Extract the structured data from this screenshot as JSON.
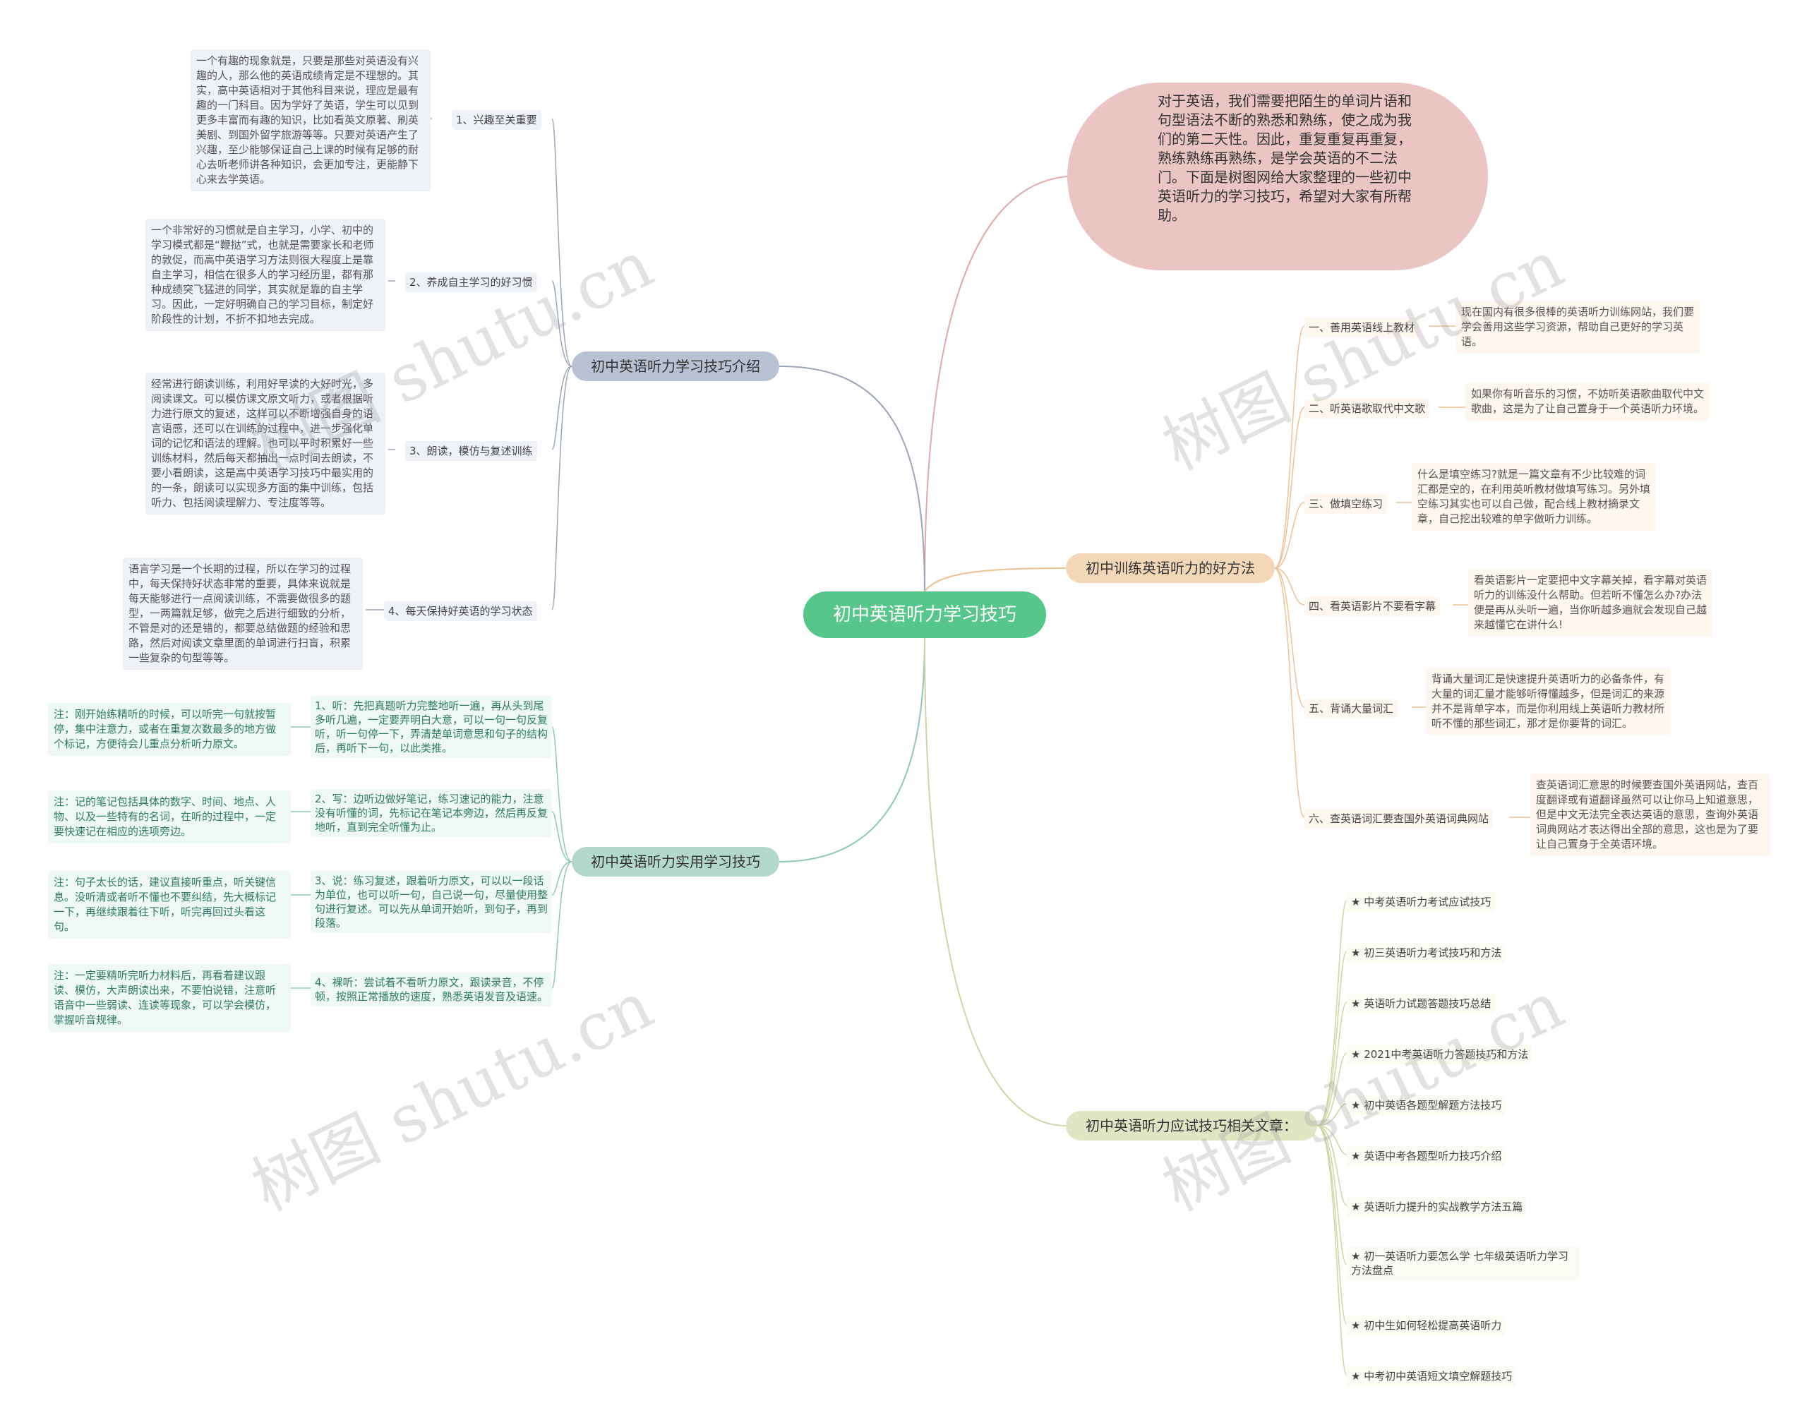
{
  "root": {
    "title": "初中英语听力学习技巧"
  },
  "intro": {
    "text": "对于英语，我们需要把陌生的单词片语和句型语法不断的熟悉和熟练，使之成为我们的第二天性。因此，重复重复再重复，熟练熟练再熟练，是学会英语的不二法门。下面是树图网给大家整理的一些初中英语听力的学习技巧，希望对大家有所帮助。"
  },
  "branch_intro_skills": {
    "title": "初中英语听力学习技巧介绍",
    "items": [
      {
        "label": "1、兴趣至关重要",
        "desc": "一个有趣的现象就是，只要是那些对英语没有兴趣的人，那么他的英语成绩肯定是不理想的。其实，高中英语相对于其他科目来说，理应是最有趣的一门科目。因为学好了英语，学生可以见到更多丰富而有趣的知识，比如看英文原著、刷英美剧、到国外留学旅游等等。只要对英语产生了兴趣，至少能够保证自己上课的时候有足够的耐心去听老师讲各种知识，会更加专注，更能静下心来去学英语。"
      },
      {
        "label": "2、养成自主学习的好习惯",
        "desc": "一个非常好的习惯就是自主学习，小学、初中的学习模式都是“鞭挞”式，也就是需要家长和老师的敦促，而高中英语学习方法则很大程度上是靠自主学习，相信在很多人的学习经历里，都有那种成绩突飞猛进的同学，其实就是靠的自主学习。因此，一定好明确自己的学习目标，制定好阶段性的计划，不折不扣地去完成。"
      },
      {
        "label": "3、朗读，模仿与复述训练",
        "desc": "经常进行朗读训练，利用好早读的大好时光，多阅读课文。可以模仿课文原文听力，或者根据听力进行原文的复述，这样可以不断增强自身的语言语感，还可以在训练的过程中，进一步强化单词的记忆和语法的理解。也可以平时积累好一些训练材料，然后每天都抽出一点时间去朗读，不要小看朗读，这是高中英语学习技巧中最实用的的一条，朗读可以实现多方面的集中训练，包括听力、包括阅读理解力、专注度等等。"
      },
      {
        "label": "4、每天保持好英语的学习状态",
        "desc": "语言学习是一个长期的过程，所以在学习的过程中，每天保持好状态非常的重要，具体来说就是每天能够进行一点阅读训练，不需要做很多的题型，一两篇就足够，做完之后进行细致的分析，不管是对的还是错的，都要总结做题的经验和思路，然后对阅读文章里面的单词进行扫盲，积累一些复杂的句型等等。"
      }
    ]
  },
  "branch_practical": {
    "title": "初中英语听力实用学习技巧",
    "items": [
      {
        "label": "1、听：先把真题听力完整地听一遍，再从头到尾多听几遍，一定要弄明白大意，可以一句一句反复听，听一句停一下，弄清楚单词意思和句子的结构后，再听下一句，以此类推。",
        "note": "注：刚开始练精听的时候，可以听完一句就按暂停，集中注意力，或者在重复次数最多的地方做个标记，方便待会儿重点分析听力原文。"
      },
      {
        "label": "2、写：边听边做好笔记，练习速记的能力，注意没有听懂的词，先标记在笔记本旁边，然后再反复地听，直到完全听懂为止。",
        "note": "注：记的笔记包括具体的数字、时间、地点、人物、以及一些特有的名词，在听的过程中，一定要快速记在相应的选项旁边。"
      },
      {
        "label": "3、说：练习复述，跟着听力原文，可以以一段话为单位，也可以听一句，自己说一句，尽量使用整句进行复述。可以先从单词开始听，到句子，再到段落。",
        "note": "注：句子太长的话，建议直接听重点，听关键信息。没听清或者听不懂也不要纠结，先大概标记一下，再继续跟着往下听，听完再回过头看这句。"
      },
      {
        "label": "4、裸听：尝试着不看听力原文，跟读录音，不停顿，按照正常播放的速度，熟悉英语发音及语速。",
        "note": "注：一定要精听完听力材料后，再看着建议跟读、模仿，大声朗读出来，不要怕说错，注意听语音中一些弱读、连读等现象，可以学会模仿，掌握听音规律。"
      }
    ]
  },
  "branch_methods": {
    "title": "初中训练英语听力的好方法",
    "items": [
      {
        "label": "一、善用英语线上教材",
        "desc": "现在国内有很多很棒的英语听力训练网站，我们要学会善用这些学习资源，帮助自己更好的学习英语。"
      },
      {
        "label": "二、听英语歌取代中文歌",
        "desc": "如果你有听音乐的习惯，不妨听英语歌曲取代中文歌曲，这是为了让自己置身于一个英语听力环境。"
      },
      {
        "label": "三、做填空练习",
        "desc": "什么是填空练习?就是一篇文章有不少比较难的词汇都是空的，在利用英听教材做填写练习。另外填空练习其实也可以自己做，配合线上教材摘录文章，自己挖出较难的单字做听力训练。"
      },
      {
        "label": "四、看英语影片不要看字幕",
        "desc": "看英语影片一定要把中文字幕关掉，看字幕对英语听力的训练没什么帮助。但若听不懂怎么办?办法便是再从头听一遍，当你听越多遍就会发现自己越来越懂它在讲什么!"
      },
      {
        "label": "五、背诵大量词汇",
        "desc": "背诵大量词汇是快速提升英语听力的必备条件，有大量的词汇量才能够听得懂越多，但是词汇的来源并不是背单字本，而是你利用线上英语听力教材所听不懂的那些词汇，那才是你要背的词汇。"
      },
      {
        "label": "六、查英语词汇要查国外英语词典网站",
        "desc": "查英语词汇意思的时候要查国外英语网站，查百度翻译或有道翻译虽然可以让你马上知道意思，但是中文无法完全表达英语的意思，查询外英语词典网站才表达得出全部的意思，这也是为了要让自己置身于全英语环境。"
      }
    ]
  },
  "branch_related": {
    "title": "初中英语听力应试技巧相关文章：",
    "items": [
      "★ 中考英语听力考试应试技巧",
      "★ 初三英语听力考试技巧和方法",
      "★ 英语听力试题答题技巧总结",
      "★ 2021中考英语听力答题技巧和方法",
      "★ 初中英语各题型解题方法技巧",
      "★ 英语中考各题型听力技巧介绍",
      "★ 英语听力提升的实战教学方法五篇",
      "★ 初一英语听力要怎么学 七年级英语听力学习方法盘点",
      "★ 初中生如何轻松提高英语听力",
      "★ 中考初中英语短文填空解题技巧"
    ]
  },
  "watermarks": [
    "树图 shutu.cn",
    "树图 shutu.cn",
    "树图 shutu.cn",
    "树图 shutu.cn"
  ],
  "colors": {
    "root": "#56c68a",
    "intro": "#ebc4c4",
    "branch_intro_skills": "#b9c2d2",
    "branch_practical": "#b3d9cf",
    "branch_methods": "#f4d7b7",
    "branch_related": "#dfe6c3"
  }
}
